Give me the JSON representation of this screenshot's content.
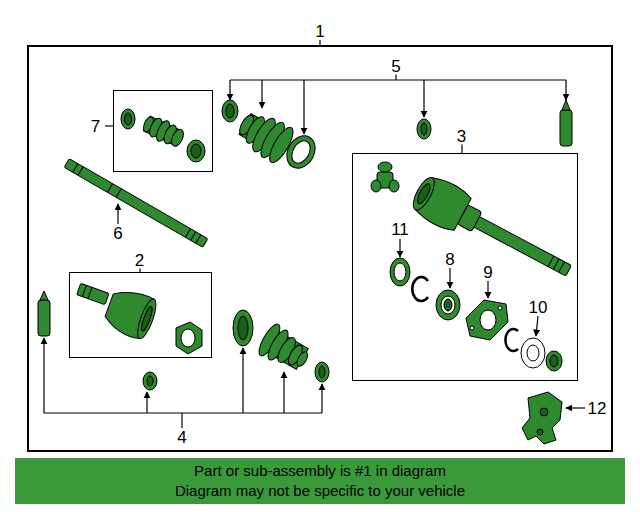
{
  "diagram": {
    "nodes": [
      {
        "text": [
          "1"
        ]
      },
      {
        "text": [
          "7"
        ],
        "in": 0
      },
      {
        "text": [
          "2"
        ],
        "in": 0
      },
      {
        "text": [
          "3"
        ],
        "in": 0
      },
      {
        "text": [
          "Part or sub-assembly is #1 in diagram",
          "Diagram may not be specific to your vehicle"
        ]
      }
    ],
    "labels": [
      "5",
      "6",
      "11",
      "8",
      "9",
      "10",
      "4",
      "12"
    ]
  }
}
